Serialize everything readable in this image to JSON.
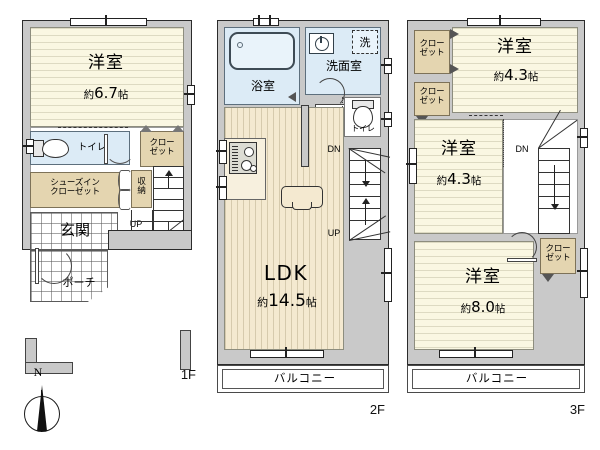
{
  "plan": {
    "compass": {
      "north_label": "N",
      "icon": "compass-rose"
    },
    "floors": [
      {
        "id": "1f",
        "label": "1F",
        "rooms": [
          {
            "name": "洋室",
            "size": "約6.7帖",
            "type": "western-room"
          },
          {
            "name": "トイレ",
            "size": "",
            "type": "toilet"
          },
          {
            "name": "シューズイン\nクローゼット",
            "line1": "シューズイン",
            "line2": "クローゼット",
            "size": "",
            "type": "shoe-in-closet"
          },
          {
            "name": "クロー\nゼット",
            "line1": "クロー",
            "line2": "ゼット",
            "size": "",
            "type": "closet"
          },
          {
            "name": "収納",
            "line1": "収",
            "line2": "納",
            "size": "",
            "type": "storage"
          },
          {
            "name": "玄関",
            "size": "",
            "type": "entrance"
          },
          {
            "name": "ポーチ",
            "size": "",
            "type": "porch"
          }
        ],
        "stairs": [
          {
            "direction": "UP",
            "label": "UP"
          }
        ]
      },
      {
        "id": "2f",
        "label": "2F",
        "rooms": [
          {
            "name": "浴室",
            "size": "",
            "type": "bathroom"
          },
          {
            "name": "洗面室",
            "size": "",
            "type": "washroom"
          },
          {
            "name": "洗",
            "size": "",
            "type": "washing-machine-space"
          },
          {
            "name": "トイレ",
            "size": "",
            "type": "toilet"
          },
          {
            "name": "LDK",
            "size": "約14.5帖",
            "type": "living-dining-kitchen"
          },
          {
            "name": "バルコニー",
            "size": "",
            "type": "balcony"
          }
        ],
        "stairs": [
          {
            "direction": "DN",
            "label": "DN"
          },
          {
            "direction": "UP",
            "label": "UP"
          }
        ]
      },
      {
        "id": "3f",
        "label": "3F",
        "rooms": [
          {
            "name": "洋室",
            "size": "約4.3帖",
            "type": "western-room"
          },
          {
            "name": "洋室",
            "size": "約4.3帖",
            "type": "western-room"
          },
          {
            "name": "洋室",
            "size": "約8.0帖",
            "type": "western-room"
          },
          {
            "name": "クロー\nゼット",
            "line1": "クロー",
            "line2": "ゼット",
            "size": "",
            "type": "closet"
          },
          {
            "name": "クロー\nゼット",
            "line1": "クロー",
            "line2": "ゼット",
            "size": "",
            "type": "closet"
          },
          {
            "name": "クロー\nゼット",
            "line1": "クロー",
            "line2": "ゼット",
            "size": "",
            "type": "closet"
          },
          {
            "name": "バルコニー",
            "size": "",
            "type": "balcony"
          }
        ],
        "stairs": [
          {
            "direction": "DN",
            "label": "DN"
          }
        ]
      }
    ]
  },
  "f1": {
    "bedroom_name": "洋室",
    "bedroom_size_prefix": "約",
    "bedroom_size_num": "6.7",
    "bedroom_size_unit": "帖",
    "toilet": "トイレ",
    "sic_line1": "シューズイン",
    "sic_line2": "クローゼット",
    "closet_line1": "クロー",
    "closet_line2": "ゼット",
    "storage_l1": "収",
    "storage_l2": "納",
    "entrance": "玄関",
    "porch": "ポーチ",
    "up": "UP",
    "floor_label": "1F"
  },
  "f2": {
    "bath": "浴室",
    "washroom": "洗面室",
    "washer": "洗",
    "toilet": "トイレ",
    "ldk_name": "LDK",
    "ldk_prefix": "約",
    "ldk_num": "14.5",
    "ldk_unit": "帖",
    "dn": "DN",
    "up": "UP",
    "balcony": "バルコニー",
    "floor_label": "2F"
  },
  "f3": {
    "room_a_name": "洋室",
    "room_a_prefix": "約",
    "room_a_num": "4.3",
    "room_a_unit": "帖",
    "room_b_name": "洋室",
    "room_b_prefix": "約",
    "room_b_num": "4.3",
    "room_b_unit": "帖",
    "room_c_name": "洋室",
    "room_c_prefix": "約",
    "room_c_num": "8.0",
    "room_c_unit": "帖",
    "closet1_l1": "クロー",
    "closet1_l2": "ゼット",
    "closet2_l1": "クロー",
    "closet2_l2": "ゼット",
    "closet3_l1": "クロー",
    "closet3_l2": "ゼット",
    "dn": "DN",
    "balcony": "バルコニー",
    "floor_label": "3F"
  },
  "colors": {
    "wall": "#c9c9c9",
    "room_floor": "#faf7e2",
    "ldk_floor": "#f4e9d0",
    "wet_area": "#dcebf6",
    "closet": "#e4d5b0",
    "outline": "#2b2b2b",
    "background": "#ffffff"
  }
}
